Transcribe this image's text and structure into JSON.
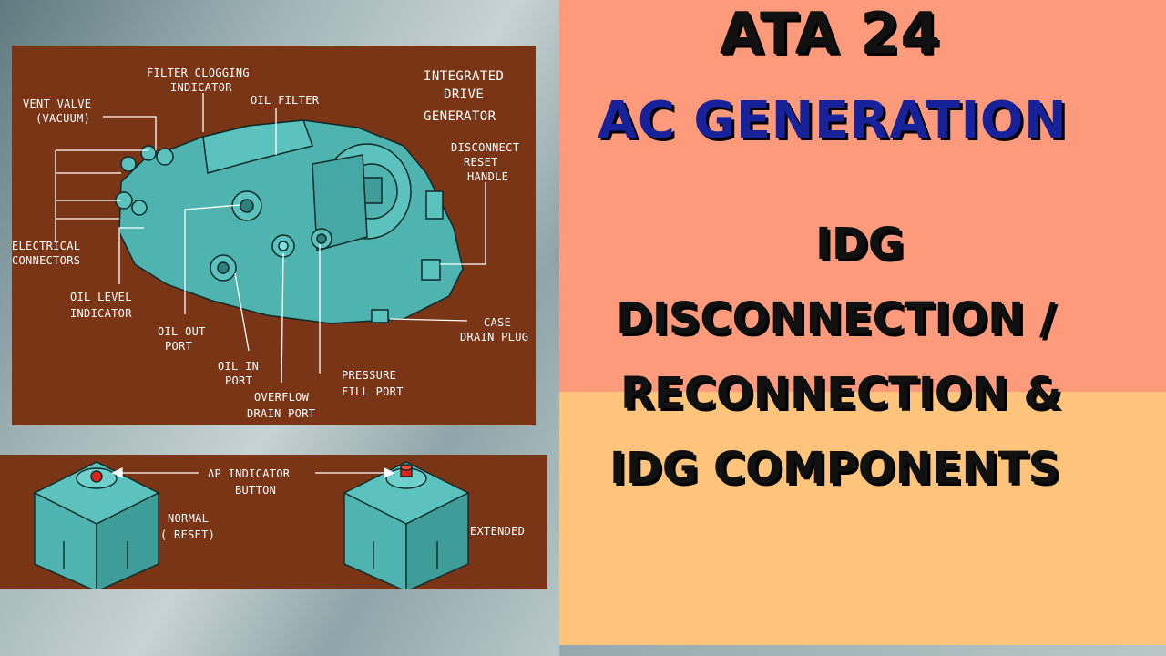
{
  "headline": {
    "ata": "ATA 24",
    "ac_generation": "AC GENERATION",
    "line1": "IDG",
    "line2": "DISCONNECTION /",
    "line3": "RECONNECTION &",
    "line4": "IDG COMPONENTS"
  },
  "idg_diagram": {
    "title_line1": "INTEGRATED",
    "title_line2": "DRIVE",
    "title_line3": "GENERATOR",
    "labels": {
      "filter_clogging_1": "FILTER CLOGGING",
      "filter_clogging_2": "INDICATOR",
      "oil_filter": "OIL FILTER",
      "vent_valve_1": "VENT VALVE",
      "vent_valve_2": "(VACUUM)",
      "disconnect_1": "DISCONNECT",
      "disconnect_2": "RESET",
      "disconnect_3": "HANDLE",
      "electrical_1": "ELECTRICAL",
      "electrical_2": "CONNECTORS",
      "oil_level_1": "OIL LEVEL",
      "oil_level_2": "INDICATOR",
      "oil_out_1": "OIL OUT",
      "oil_out_2": "PORT",
      "oil_in_1": "OIL IN",
      "oil_in_2": "PORT",
      "overflow_1": "OVERFLOW",
      "overflow_2": "DRAIN PORT",
      "pressure_1": "PRESSURE",
      "pressure_2": "FILL PORT",
      "case_drain_1": "CASE",
      "case_drain_2": "DRAIN PLUG"
    }
  },
  "dp_diagram": {
    "indicator_1": "ΔP INDICATOR",
    "indicator_2": "BUTTON",
    "normal_1": "NORMAL",
    "normal_2": "( RESET)",
    "extended": "EXTENDED"
  },
  "colors": {
    "diagram_bg": "#7a3516",
    "component": "#4fb4b0",
    "top_panel": "#fe9a7c",
    "bottom_panel": "#fec47c",
    "ac_generation_text": "#17219a",
    "indicator_red": "#e0201a"
  }
}
